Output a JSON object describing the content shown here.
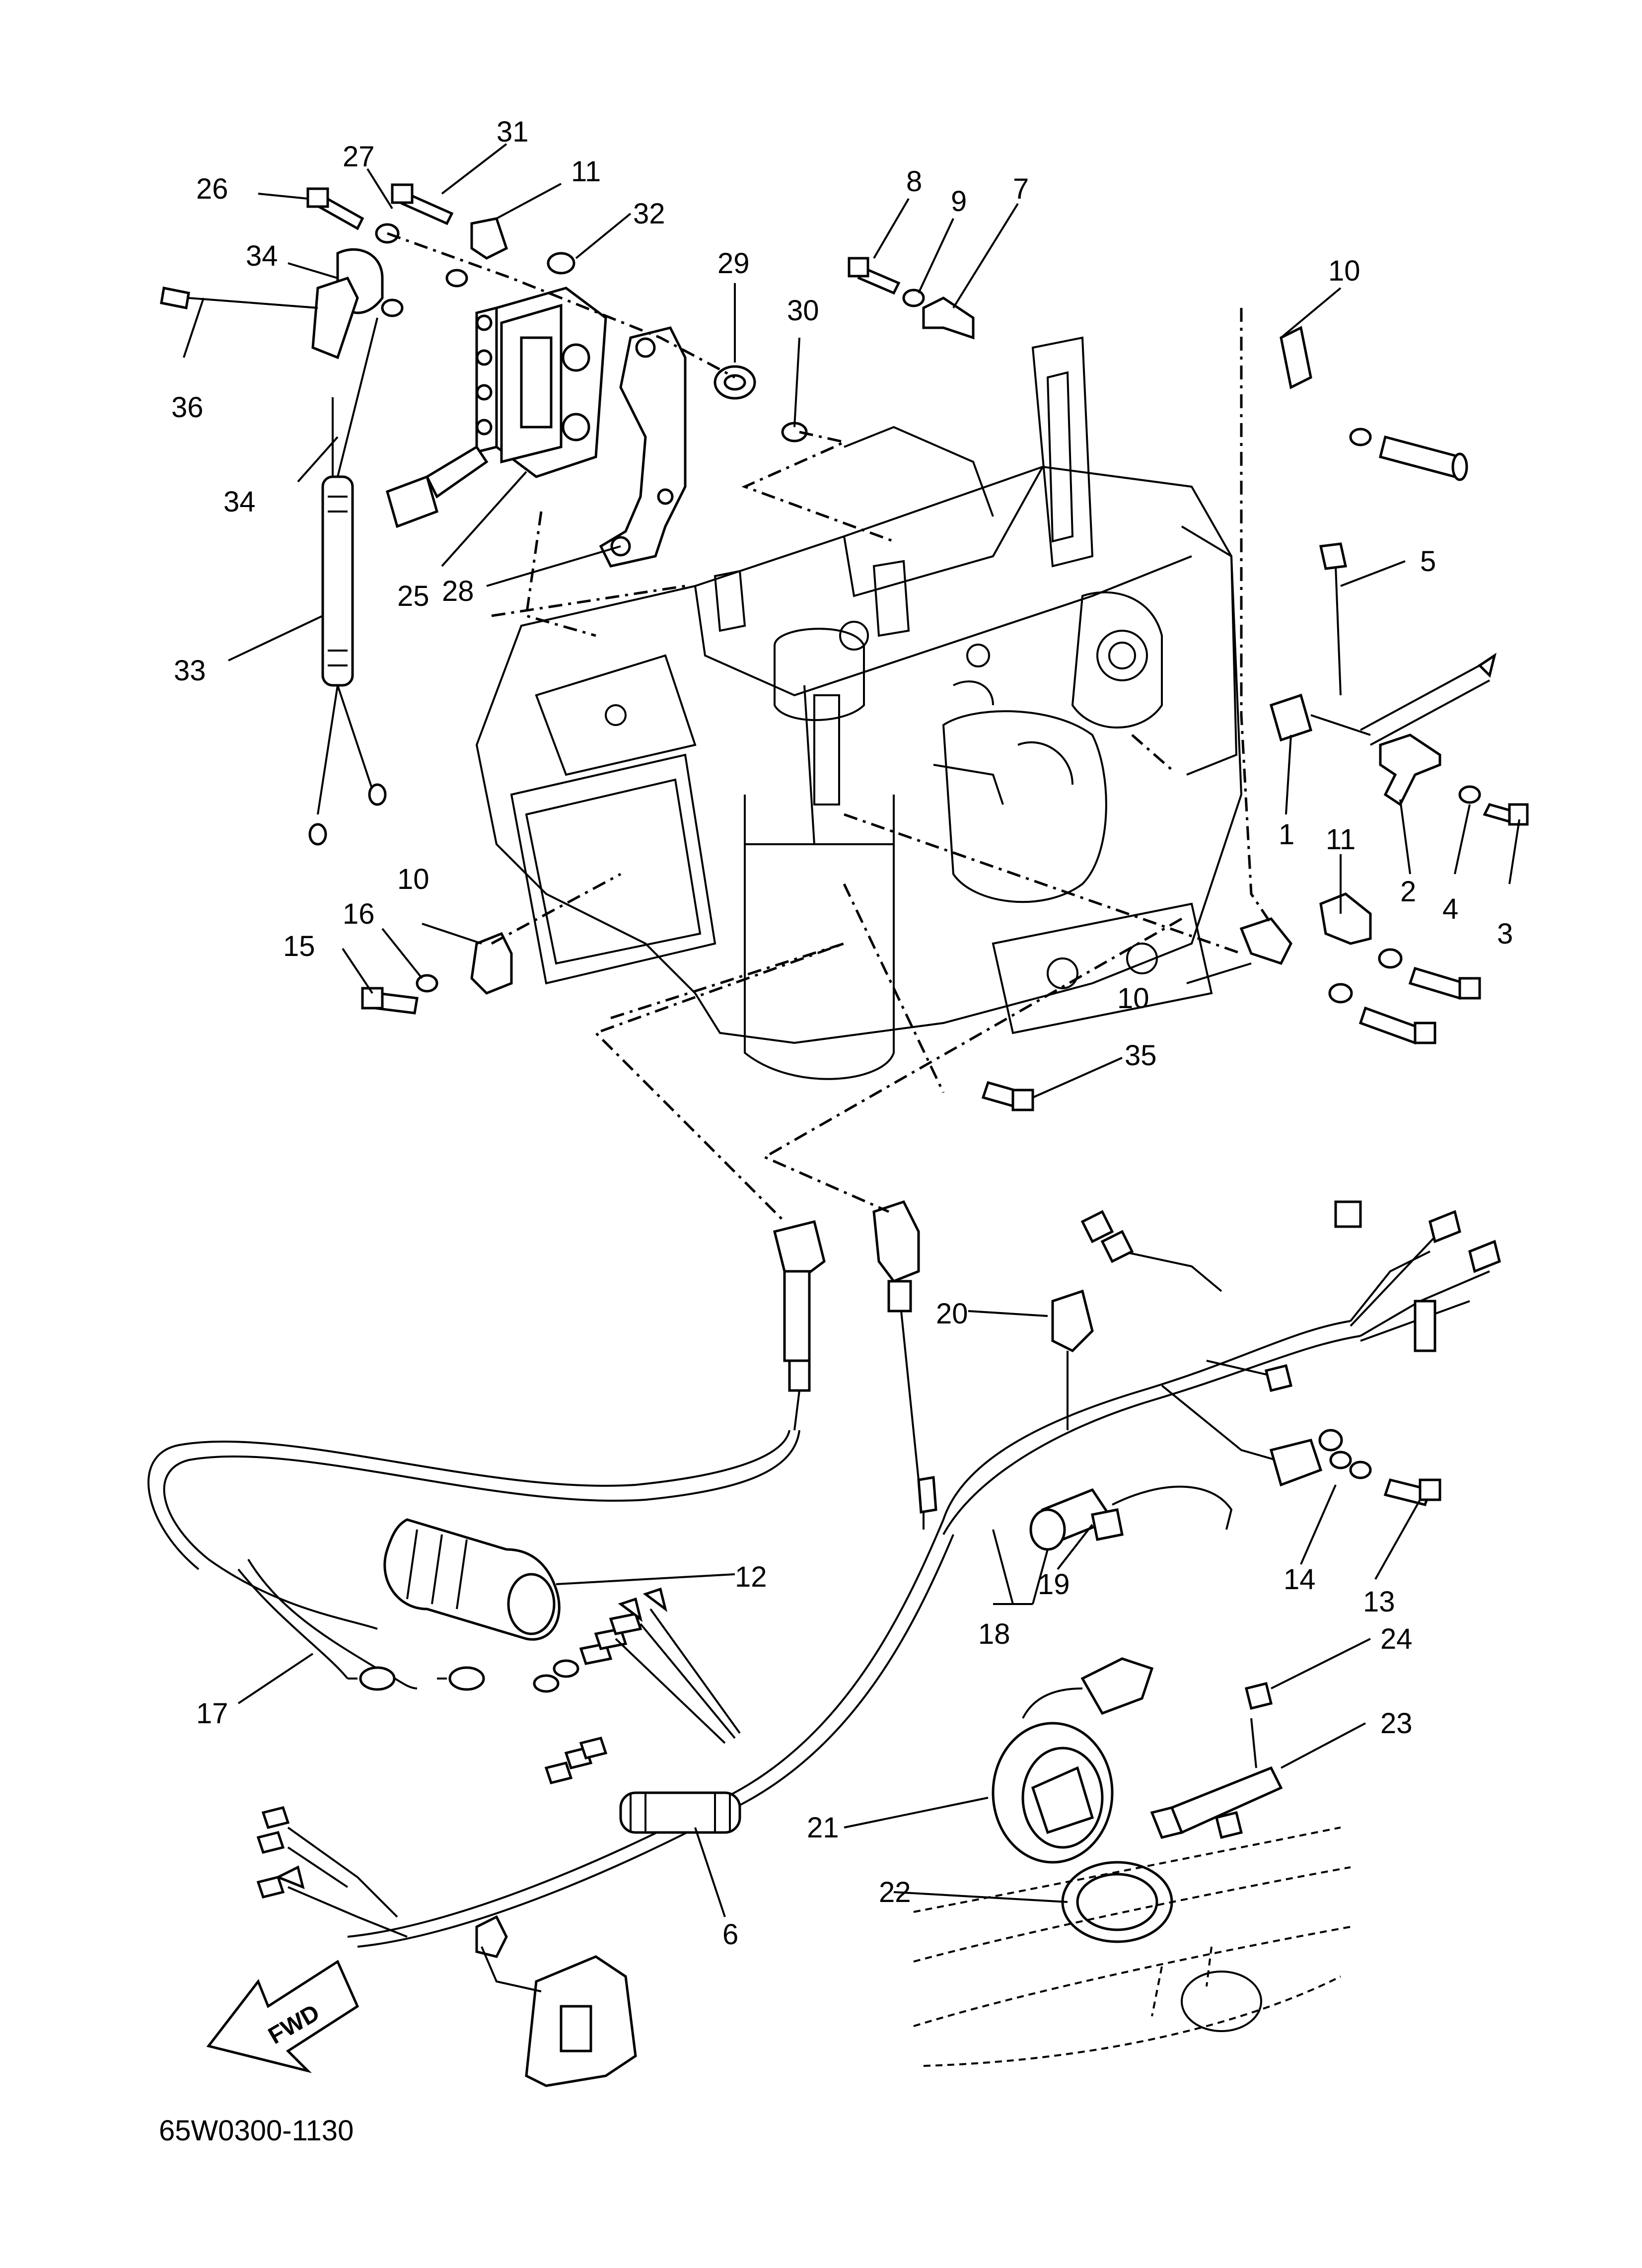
{
  "diagram": {
    "figure_code": "65W0300-1130",
    "direction_label": "FWD",
    "callouts": [
      "31",
      "27",
      "11",
      "26",
      "32",
      "34",
      "29",
      "8",
      "9",
      "7",
      "10",
      "30",
      "36",
      "34",
      "25",
      "28",
      "33",
      "5",
      "1",
      "2",
      "11",
      "4",
      "3",
      "10",
      "16",
      "15",
      "10",
      "35",
      "20",
      "12",
      "19",
      "14",
      "13",
      "18",
      "17",
      "24",
      "23",
      "21",
      "22",
      "6"
    ]
  }
}
